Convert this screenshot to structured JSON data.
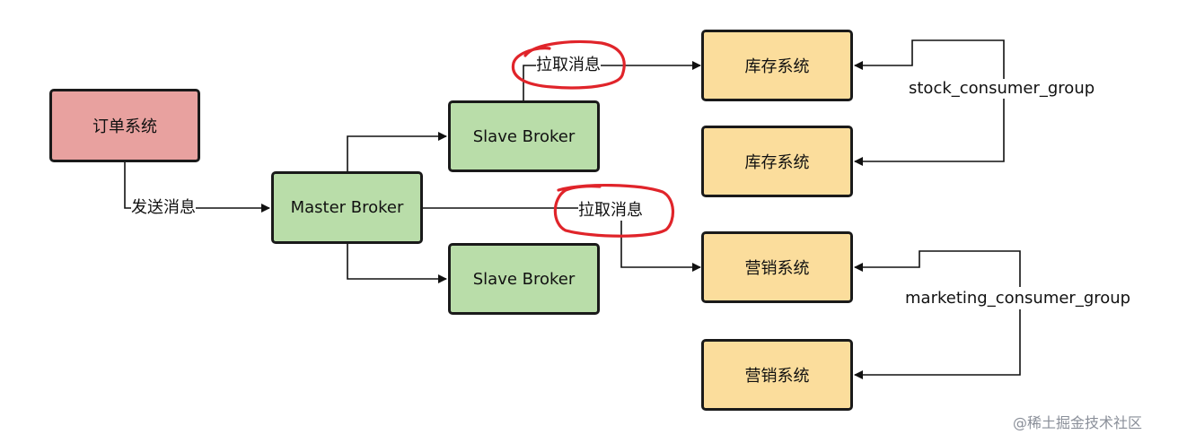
{
  "nodes": {
    "order_system": "订单系统",
    "master_broker": "Master Broker",
    "slave_broker_top": "Slave Broker",
    "slave_broker_bottom": "Slave Broker",
    "stock_system_1": "库存系统",
    "stock_system_2": "库存系统",
    "marketing_system_1": "营销系统",
    "marketing_system_2": "营销系统"
  },
  "edge_labels": {
    "send_message": "发送消息",
    "pull_message_slave": "拉取消息",
    "pull_message_master": "拉取消息"
  },
  "groups": {
    "stock": "stock_consumer_group",
    "marketing": "marketing_consumer_group"
  },
  "watermark": "@稀土掘金技术社区",
  "colors": {
    "order": "#e8a19f",
    "broker": "#b9dda9",
    "consumer": "#fbdd9c",
    "highlight": "#e0242a"
  }
}
